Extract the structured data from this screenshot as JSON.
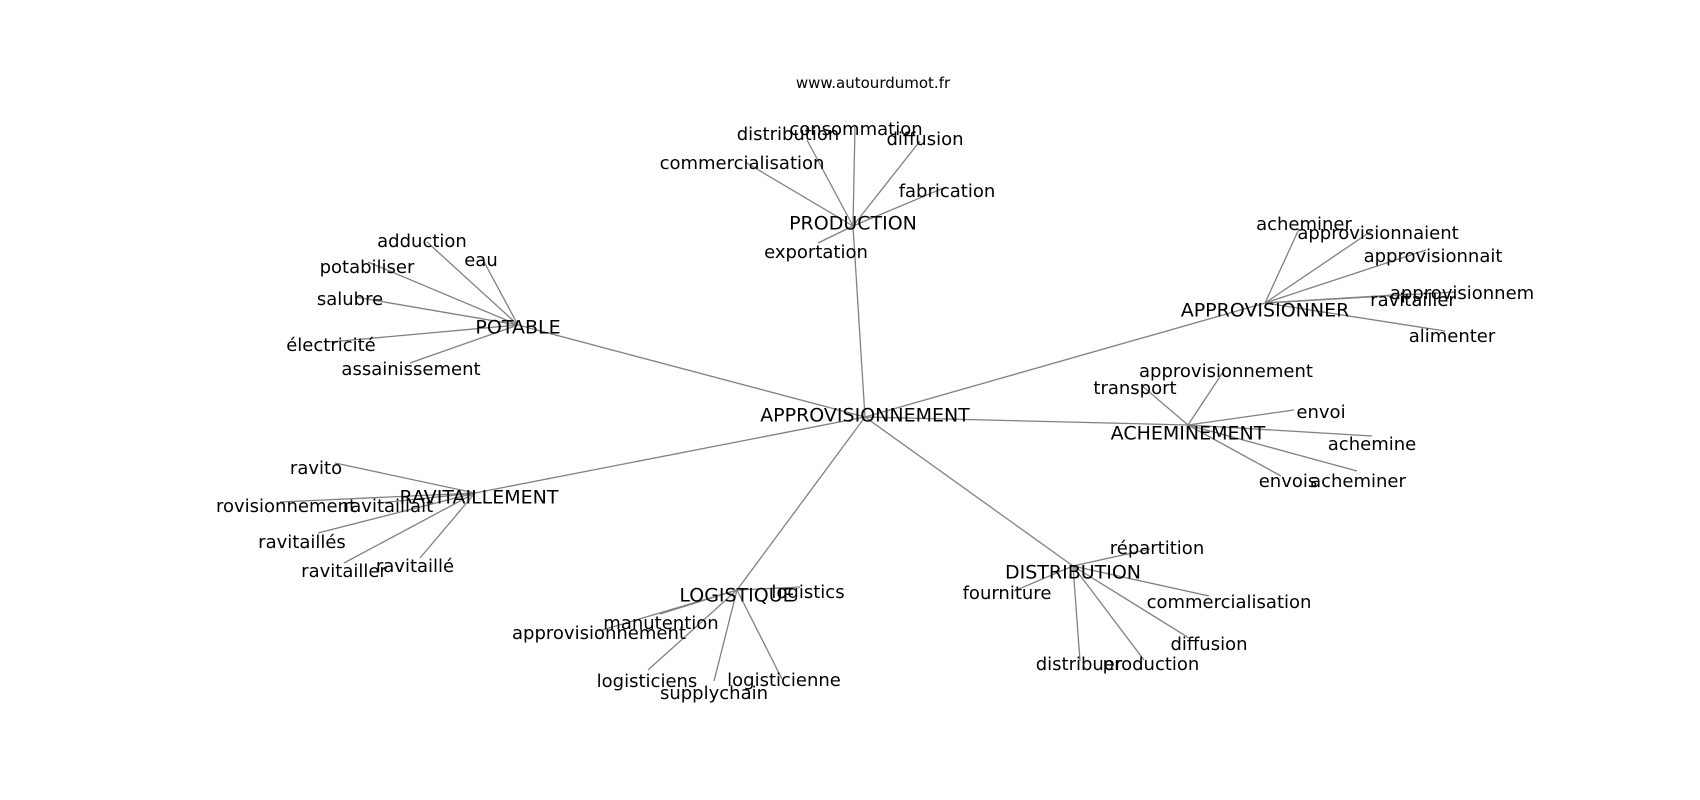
{
  "site": "www.autourdumot.fr",
  "center": "APPROVISIONNEMENT",
  "hubs": [
    {
      "label": "PRODUCTION",
      "leaves": [
        "commercialisation",
        "distribution",
        "consommation",
        "diffusion",
        "fabrication",
        "exportation"
      ]
    },
    {
      "label": "POTABLE",
      "leaves": [
        "adduction",
        "eau",
        "potabiliser",
        "salubre",
        "électricité",
        "assainissement"
      ]
    },
    {
      "label": "APPROVISIONNER",
      "leaves": [
        "acheminer",
        "approvisionnaient",
        "approvisionnait",
        "approvisionnem",
        "ravitailler",
        "alimenter"
      ]
    },
    {
      "label": "ACHEMINEMENT",
      "leaves": [
        "transport",
        "approvisionnement",
        "envoi",
        "achemine",
        "acheminer",
        "envois"
      ]
    },
    {
      "label": "RAVITAILLEMENT",
      "leaves": [
        "ravito",
        "rovisionnement",
        "ravitaillait",
        "ravitaillés",
        "ravitailler",
        "ravitaillé"
      ]
    },
    {
      "label": "LOGISTIQUE",
      "leaves": [
        "logistics",
        "manutention",
        "approvisionnement",
        "logisticiens",
        "supplychain",
        "logisticienne"
      ]
    },
    {
      "label": "DISTRIBUTION",
      "leaves": [
        "répartition",
        "fourniture",
        "commercialisation",
        "diffusion",
        "distribuer",
        "production"
      ]
    }
  ]
}
